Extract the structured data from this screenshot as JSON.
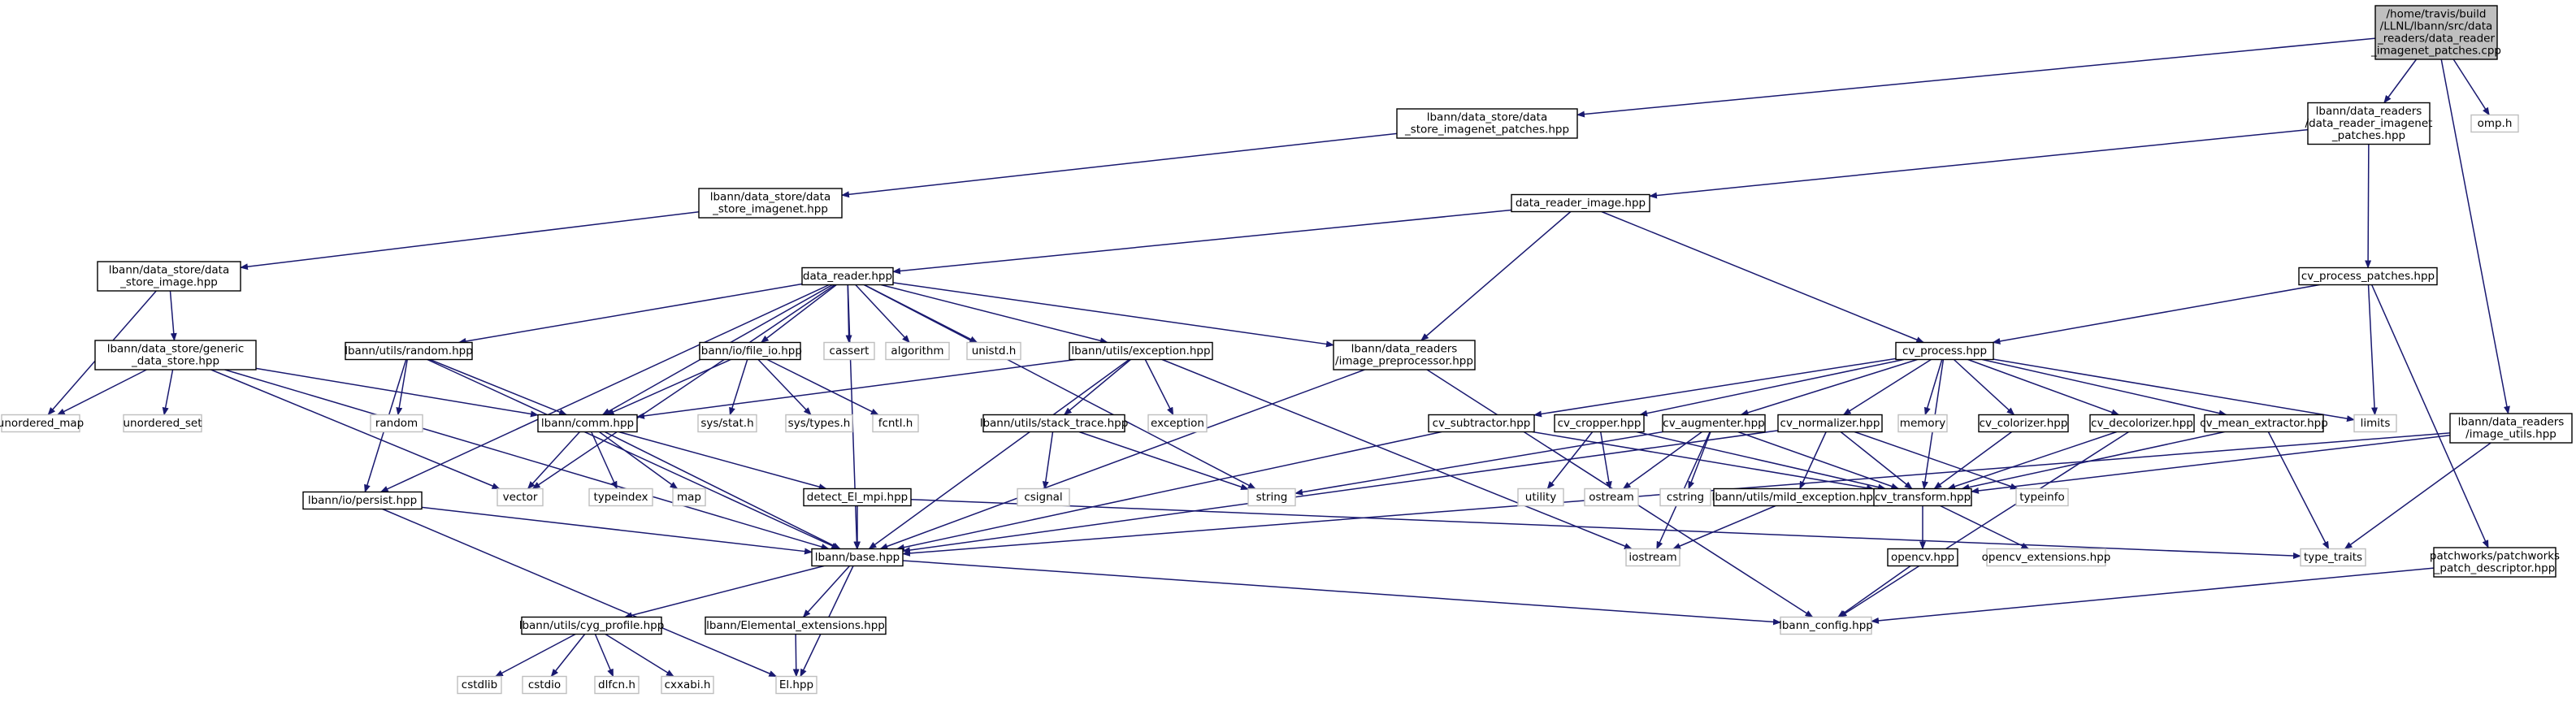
{
  "colors": {
    "edge": "#191970",
    "node_border": "#000000",
    "leaf_border": "#bfbfbf",
    "root_fill": "#bfbfbf",
    "node_fill": "#ffffff"
  },
  "nodes": [
    {
      "id": "root",
      "lines": [
        "/home/travis/build",
        "/LLNL/lbann/src/data",
        "_readers/data_reader",
        "_imagenet_patches.cpp"
      ],
      "kind": "root"
    },
    {
      "id": "ds_inp",
      "lines": [
        "lbann/data_store/data",
        "_store_imagenet_patches.hpp"
      ],
      "kind": "node"
    },
    {
      "id": "dr_inp",
      "lines": [
        "lbann/data_readers",
        "/data_reader_imagenet",
        "_patches.hpp"
      ],
      "kind": "node"
    },
    {
      "id": "omp",
      "lines": [
        "omp.h"
      ],
      "kind": "leaf"
    },
    {
      "id": "ds_in",
      "lines": [
        "lbann/data_store/data",
        "_store_imagenet.hpp"
      ],
      "kind": "node"
    },
    {
      "id": "dri",
      "lines": [
        "data_reader_image.hpp"
      ],
      "kind": "node"
    },
    {
      "id": "ds_img",
      "lines": [
        "lbann/data_store/data",
        "_store_image.hpp"
      ],
      "kind": "node"
    },
    {
      "id": "dr",
      "lines": [
        "data_reader.hpp"
      ],
      "kind": "node"
    },
    {
      "id": "cvpp",
      "lines": [
        "cv_process_patches.hpp"
      ],
      "kind": "node"
    },
    {
      "id": "gds",
      "lines": [
        "lbann/data_store/generic",
        "_data_store.hpp"
      ],
      "kind": "node"
    },
    {
      "id": "rand",
      "lines": [
        "lbann/utils/random.hpp"
      ],
      "kind": "node"
    },
    {
      "id": "fio",
      "lines": [
        "lbann/io/file_io.hpp"
      ],
      "kind": "node"
    },
    {
      "id": "cassert",
      "lines": [
        "cassert"
      ],
      "kind": "leaf"
    },
    {
      "id": "algorithm",
      "lines": [
        "algorithm"
      ],
      "kind": "leaf"
    },
    {
      "id": "unistd",
      "lines": [
        "unistd.h"
      ],
      "kind": "leaf"
    },
    {
      "id": "exc",
      "lines": [
        "lbann/utils/exception.hpp"
      ],
      "kind": "node"
    },
    {
      "id": "imgpre",
      "lines": [
        "lbann/data_readers",
        "/image_preprocessor.hpp"
      ],
      "kind": "node"
    },
    {
      "id": "cvp",
      "lines": [
        "cv_process.hpp"
      ],
      "kind": "node"
    },
    {
      "id": "umap",
      "lines": [
        "unordered_map"
      ],
      "kind": "leaf"
    },
    {
      "id": "uset",
      "lines": [
        "unordered_set"
      ],
      "kind": "leaf"
    },
    {
      "id": "random",
      "lines": [
        "random"
      ],
      "kind": "leaf"
    },
    {
      "id": "comm",
      "lines": [
        "lbann/comm.hpp"
      ],
      "kind": "node"
    },
    {
      "id": "sysstat",
      "lines": [
        "sys/stat.h"
      ],
      "kind": "leaf"
    },
    {
      "id": "systypes",
      "lines": [
        "sys/types.h"
      ],
      "kind": "leaf"
    },
    {
      "id": "fcntl",
      "lines": [
        "fcntl.h"
      ],
      "kind": "leaf"
    },
    {
      "id": "exception",
      "lines": [
        "exception"
      ],
      "kind": "leaf"
    },
    {
      "id": "st",
      "lines": [
        "lbann/utils/stack_trace.hpp"
      ],
      "kind": "node"
    },
    {
      "id": "cvsub",
      "lines": [
        "cv_subtractor.hpp"
      ],
      "kind": "node"
    },
    {
      "id": "cvcrop",
      "lines": [
        "cv_cropper.hpp"
      ],
      "kind": "node"
    },
    {
      "id": "cvaug",
      "lines": [
        "cv_augmenter.hpp"
      ],
      "kind": "node"
    },
    {
      "id": "cvnorm",
      "lines": [
        "cv_normalizer.hpp"
      ],
      "kind": "node"
    },
    {
      "id": "memory",
      "lines": [
        "memory"
      ],
      "kind": "leaf"
    },
    {
      "id": "cvcol",
      "lines": [
        "cv_colorizer.hpp"
      ],
      "kind": "node"
    },
    {
      "id": "cvdecol",
      "lines": [
        "cv_decolorizer.hpp"
      ],
      "kind": "node"
    },
    {
      "id": "cvmean",
      "lines": [
        "cv_mean_extractor.hpp"
      ],
      "kind": "node"
    },
    {
      "id": "limits",
      "lines": [
        "limits"
      ],
      "kind": "leaf"
    },
    {
      "id": "imgutils",
      "lines": [
        "lbann/data_readers",
        "/image_utils.hpp"
      ],
      "kind": "node"
    },
    {
      "id": "persist",
      "lines": [
        "lbann/io/persist.hpp"
      ],
      "kind": "node"
    },
    {
      "id": "vector",
      "lines": [
        "vector"
      ],
      "kind": "leaf"
    },
    {
      "id": "typeindex",
      "lines": [
        "typeindex"
      ],
      "kind": "leaf"
    },
    {
      "id": "map",
      "lines": [
        "map"
      ],
      "kind": "leaf"
    },
    {
      "id": "detect",
      "lines": [
        "detect_El_mpi.hpp"
      ],
      "kind": "node"
    },
    {
      "id": "csignal",
      "lines": [
        "csignal"
      ],
      "kind": "leaf"
    },
    {
      "id": "string",
      "lines": [
        "string"
      ],
      "kind": "leaf"
    },
    {
      "id": "utility",
      "lines": [
        "utility"
      ],
      "kind": "leaf"
    },
    {
      "id": "ostream",
      "lines": [
        "ostream"
      ],
      "kind": "leaf"
    },
    {
      "id": "cstring",
      "lines": [
        "cstring"
      ],
      "kind": "leaf"
    },
    {
      "id": "mildexc",
      "lines": [
        "lbann/utils/mild_exception.hpp"
      ],
      "kind": "node"
    },
    {
      "id": "cvt",
      "lines": [
        "cv_transform.hpp"
      ],
      "kind": "node"
    },
    {
      "id": "typeinfo",
      "lines": [
        "typeinfo"
      ],
      "kind": "leaf"
    },
    {
      "id": "base",
      "lines": [
        "lbann/base.hpp"
      ],
      "kind": "node"
    },
    {
      "id": "iostream",
      "lines": [
        "iostream"
      ],
      "kind": "leaf"
    },
    {
      "id": "opencv",
      "lines": [
        "opencv.hpp"
      ],
      "kind": "node"
    },
    {
      "id": "ocvext",
      "lines": [
        "opencv_extensions.hpp"
      ],
      "kind": "leaf"
    },
    {
      "id": "typetraits",
      "lines": [
        "type_traits"
      ],
      "kind": "leaf"
    },
    {
      "id": "pdesc",
      "lines": [
        "patchworks/patchworks",
        "_patch_descriptor.hpp"
      ],
      "kind": "node"
    },
    {
      "id": "cyg",
      "lines": [
        "lbann/utils/cyg_profile.hpp"
      ],
      "kind": "node"
    },
    {
      "id": "elext",
      "lines": [
        "lbann/Elemental_extensions.hpp"
      ],
      "kind": "node"
    },
    {
      "id": "lcfg",
      "lines": [
        "lbann_config.hpp"
      ],
      "kind": "leaf"
    },
    {
      "id": "cstdlib",
      "lines": [
        "cstdlib"
      ],
      "kind": "leaf"
    },
    {
      "id": "cstdio",
      "lines": [
        "cstdio"
      ],
      "kind": "leaf"
    },
    {
      "id": "dlfcn",
      "lines": [
        "dlfcn.h"
      ],
      "kind": "leaf"
    },
    {
      "id": "cxxabi",
      "lines": [
        "cxxabi.h"
      ],
      "kind": "leaf"
    },
    {
      "id": "elhpp",
      "lines": [
        "El.hpp"
      ],
      "kind": "leaf"
    }
  ],
  "edges": [
    [
      "root",
      "ds_inp"
    ],
    [
      "root",
      "dr_inp"
    ],
    [
      "root",
      "omp"
    ],
    [
      "root",
      "imgutils"
    ],
    [
      "ds_inp",
      "ds_in"
    ],
    [
      "ds_in",
      "ds_img"
    ],
    [
      "ds_img",
      "gds"
    ],
    [
      "ds_img",
      "umap"
    ],
    [
      "gds",
      "umap"
    ],
    [
      "gds",
      "uset"
    ],
    [
      "gds",
      "comm"
    ],
    [
      "gds",
      "vector"
    ],
    [
      "gds",
      "base"
    ],
    [
      "dr_inp",
      "dri"
    ],
    [
      "dr_inp",
      "cvpp"
    ],
    [
      "dri",
      "dr"
    ],
    [
      "dri",
      "imgpre"
    ],
    [
      "dri",
      "cvp"
    ],
    [
      "cvpp",
      "cvp"
    ],
    [
      "cvpp",
      "limits"
    ],
    [
      "cvpp",
      "pdesc"
    ],
    [
      "dr",
      "rand"
    ],
    [
      "dr",
      "fio"
    ],
    [
      "dr",
      "cassert"
    ],
    [
      "dr",
      "algorithm"
    ],
    [
      "dr",
      "unistd"
    ],
    [
      "dr",
      "exc"
    ],
    [
      "dr",
      "imgpre"
    ],
    [
      "dr",
      "string"
    ],
    [
      "dr",
      "comm"
    ],
    [
      "dr",
      "persist"
    ],
    [
      "dr",
      "vector"
    ],
    [
      "dr",
      "base"
    ],
    [
      "rand",
      "random"
    ],
    [
      "rand",
      "comm"
    ],
    [
      "rand",
      "persist"
    ],
    [
      "rand",
      "base"
    ],
    [
      "fio",
      "sysstat"
    ],
    [
      "fio",
      "systypes"
    ],
    [
      "fio",
      "fcntl"
    ],
    [
      "fio",
      "comm"
    ],
    [
      "exc",
      "comm"
    ],
    [
      "exc",
      "st"
    ],
    [
      "exc",
      "exception"
    ],
    [
      "exc",
      "iostream"
    ],
    [
      "exc",
      "base"
    ],
    [
      "imgpre",
      "base"
    ],
    [
      "imgpre",
      "lcfg"
    ],
    [
      "cvp",
      "cvsub"
    ],
    [
      "cvp",
      "cvcrop"
    ],
    [
      "cvp",
      "cvaug"
    ],
    [
      "cvp",
      "cvnorm"
    ],
    [
      "cvp",
      "memory"
    ],
    [
      "cvp",
      "cvcol"
    ],
    [
      "cvp",
      "cvdecol"
    ],
    [
      "cvp",
      "cvmean"
    ],
    [
      "cvp",
      "limits"
    ],
    [
      "cvp",
      "cvt"
    ],
    [
      "comm",
      "vector"
    ],
    [
      "comm",
      "typeindex"
    ],
    [
      "comm",
      "map"
    ],
    [
      "comm",
      "detect"
    ],
    [
      "comm",
      "base"
    ],
    [
      "st",
      "csignal"
    ],
    [
      "st",
      "string"
    ],
    [
      "persist",
      "base"
    ],
    [
      "persist",
      "elhpp"
    ],
    [
      "detect",
      "base"
    ],
    [
      "detect",
      "typetraits"
    ],
    [
      "cvsub",
      "cvt"
    ],
    [
      "cvsub",
      "base"
    ],
    [
      "cvcrop",
      "utility"
    ],
    [
      "cvcrop",
      "ostream"
    ],
    [
      "cvcrop",
      "cvt"
    ],
    [
      "cvaug",
      "string"
    ],
    [
      "cvaug",
      "ostream"
    ],
    [
      "cvaug",
      "cstring"
    ],
    [
      "cvaug",
      "iostream"
    ],
    [
      "cvaug",
      "cvt"
    ],
    [
      "cvnorm",
      "mildexc"
    ],
    [
      "cvnorm",
      "cvt"
    ],
    [
      "cvnorm",
      "typeinfo"
    ],
    [
      "cvnorm",
      "base"
    ],
    [
      "cvcol",
      "cvt"
    ],
    [
      "cvdecol",
      "cvt"
    ],
    [
      "cvdecol",
      "lcfg"
    ],
    [
      "cvmean",
      "cvt"
    ],
    [
      "cvmean",
      "typetraits"
    ],
    [
      "imgutils",
      "cvt"
    ],
    [
      "imgutils",
      "typetraits"
    ],
    [
      "imgutils",
      "base"
    ],
    [
      "mildexc",
      "iostream"
    ],
    [
      "cvt",
      "opencv"
    ],
    [
      "cvt",
      "ocvext"
    ],
    [
      "opencv",
      "lcfg"
    ],
    [
      "pdesc",
      "lcfg"
    ],
    [
      "base",
      "cyg"
    ],
    [
      "base",
      "elext"
    ],
    [
      "base",
      "elhpp"
    ],
    [
      "base",
      "lcfg"
    ],
    [
      "cyg",
      "cstdlib"
    ],
    [
      "cyg",
      "cstdio"
    ],
    [
      "cyg",
      "dlfcn"
    ],
    [
      "cyg",
      "cxxabi"
    ],
    [
      "elext",
      "elhpp"
    ]
  ]
}
